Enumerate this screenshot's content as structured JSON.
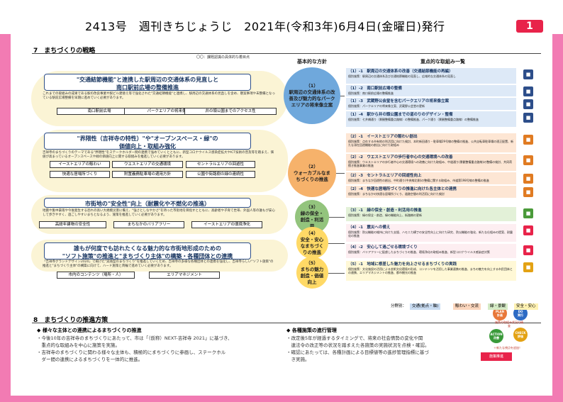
{
  "header": {
    "title": "2413号　週刊きちじょうじ　2021年(令和3年)6月4日(金曜日)発行",
    "page": "1"
  },
  "sec7": {
    "title": "7　まちづくりの戦略",
    "note": "〇〇：課題認識の具体的な着目点"
  },
  "lanes": [
    {
      "heading": "\"交通結節機能\"と連携した駅周辺の交通体系の見直しと\n南口駅前広場の整備推進",
      "desc": "これまでの取組みの成果である駅の改良事業や駅ビル建替え等で強化された\"交通結節機能\"と連携し、駅周辺の交通体系の見直しを含め、懸案事項や未整備となっている駅前広場整備を早期に進めていく必要があります。",
      "tags": [
        "南口駅前広場",
        "パークエリアの将来像",
        "井の頭公園までのアクセス性"
      ]
    },
    {
      "heading": "\"界隈性（吉祥寺の特性）\"や\"オープンスペース・緑\"の\n価値向上・取組み強化",
      "desc": "吉祥寺のまちづくりのテーマである\"界隈性\"をステークホルダー間の連携で強めていくとともに、新型コロナウイルス感染症拡大やICT技術の普及等を踏まえ、価値が高まっているオープンスペースや緑の価値向上に関する取組みを推進していく必要があります。",
      "tags": [
        "イーストエリアの賑わい",
        "ウエストエリアの交通環境",
        "セントラルエリアの回遊性",
        "快適な居場所づくり",
        "附置義務駐車場の適用方針",
        "公園や街路樹の緑の連続性"
      ]
    },
    {
      "heading": "市街地の\"安全性\"向上（耐震化や不燃化の推進）",
      "desc": "地震や集中豪雨や今後発生する恐れの高い大規模災害に備え、\"強さとしなやかさ\"を持った市街地を目指すとともに、高齢者や子育て世帯、外国人等の誰もが安心して歩きやすく、過ごしやすいまちとなるよう、施策を推進していく必要があります。",
      "tags": [
        "高経年建物の安全性",
        "まちなかのバリアフリー",
        "イーストエリアの環境浄化"
      ]
    },
    {
      "heading": "誰もが何度でも訪れたくなる魅力的な市街地形成のための\n\"ソフト施策\"の推進と\"まちづくり主体\"の構築・各種団体との連携",
      "desc": "「吉祥寺グランドデザイン2020」で掲げた\"実践型のまちづくり\"を推進していくため、吉祥寺の多様な各種団体との連携を強化し、吉祥寺らしい\"ソフト施策\"の推進と\"まちづくり主体\"の構築に向けて、ハード施策と両輪で進めていく必要があります。",
      "tags": [
        "市内のコンテンツ（場所・人）",
        "エリアマネジメント"
      ]
    }
  ],
  "policy": {
    "heading": "基本的な方針",
    "circles": [
      {
        "num": "（1）",
        "text": "駅周辺の交通体系の改善及び魅力的なパークエリアの将来像立案"
      },
      {
        "num": "（2）",
        "text": "ウォーカブルなまちづくりの推進"
      },
      {
        "num": "（3）",
        "text": "緑の保全・創造・利活用"
      },
      {
        "num": "（4）",
        "text": "安全・安心なまちづくりの推進"
      },
      {
        "num": "（5）",
        "text": "まちの魅力創造・価値向上"
      }
    ]
  },
  "efforts": {
    "heading": "重点的な取組み一覧",
    "items": [
      {
        "t": "（1）-1　駅周辺の交通体系の改善（交通結節機能の再編）",
        "d": "個別施策：駅周辺の交通体系及び交通結節機能の見直し、広域的な交通体系の見直し",
        "bg": "#dde9f7",
        "ic": "#2d4e8a"
      },
      {
        "t": "（1）-2　南口駅前広場の整備",
        "d": "個別施策：南口駅前広場の整備推進",
        "bg": "#dde9f7",
        "ic": "#2d4e8a"
      },
      {
        "t": "（1）-3　武蔵野公会堂を含むパークエリアの将来像立案",
        "d": "個別施策：パークエリアの将来像立案、武蔵野公会堂の更新",
        "bg": "#dde9f7",
        "ic": "#2d4e8a"
      },
      {
        "t": "（1）-4　駅から井の頭公園までの道のりのデザイン・整備",
        "d": "個別施策：七井橋通り（景観整備重点路線）の整備推進、パーク通り（景観整備重点路線）の整備推進",
        "bg": "#dde9f7",
        "ic": "#2d4e8a"
      },
      {
        "t": "（2）-1　イーストエリアの賑わい創出",
        "d": "個別施策：点在する市有地の利活用に向けた検討、本町新田通り・駐車場29号線の整備の推進、公共自転車駐車場の適正配置、新たな滞在回遊機能の創出に向けた取組み",
        "bg": "#fde6d4",
        "ic": "#e07b22"
      },
      {
        "t": "（2）-2　ウエストエリアの歩行者中心の交通環境への改善",
        "d": "個別施策：ウエストエリアの歩行者中心の交通環境への改善に向けた取組み、中道通り(景観整備重点路線)の整備の検討、共同荷捌き推進事業の推進",
        "bg": "#fde6d4",
        "ic": "#e07b22"
      },
      {
        "t": "（2）-3　セントラルエリアの回遊性向上",
        "d": "個別施策：まちなか回遊性の創出、中町通り(中央線北側)の整備に関する取組み、市道第198号線の整備の推進",
        "bg": "#fde6d4",
        "ic": "#e07b22"
      },
      {
        "t": "（2）-4　快適な居場所づくりの推進に向けた各主体との連携",
        "d": "個別施策：まちなかの快適な居場所づくり、道路空間の利活用に向けた検討",
        "bg": "#fde6d4",
        "ic": "#e07b22"
      },
      {
        "t": "（3）-1　緑の保全・創造・利活用の推進",
        "d": "個別施策：緑の保全・創造、緑の機能向上、街路樹の更新",
        "bg": "#e3f1d8",
        "ic": "#4a9a3a"
      },
      {
        "t": "（4）-1　震災への備え",
        "d": "個別施策：防災機能の維持に向けた支援、ハモニカ横丁の安全性向上に向けた研究、防災機能の強化、新たな仕組みの提案、耐震化の推進",
        "bg": "#fdeef1",
        "ic": "#e8234a"
      },
      {
        "t": "（4）-2　安心して過ごせる環境づくり",
        "d": "個別施策：バリアフリーに配慮したまちづくりの推進、環境浄化の取組み推進、新型コロナウイルス感染症対策",
        "bg": "#fdeef1",
        "ic": "#e8234a"
      },
      {
        "t": "（5）-1　地域に根差した魅力を向上させるまちづくりの実践",
        "d": "個別施策：文化施設の活用による芸術文化環境の形成、コンテンツを活用した事業連携の推進、まちの魅力を向上する市民団体との連携、エリアマネジメントの推進、都市観光の推進",
        "bg": "#fff8d6",
        "ic": "#e3a214"
      }
    ]
  },
  "legend": {
    "label": "分野別：",
    "items": [
      {
        "text": "交通(拠点・軸)",
        "bg": "#c9dcf2"
      },
      {
        "text": "賑わい・交流",
        "bg": "#fbd6bd"
      },
      {
        "text": "緑・景観",
        "bg": "#d5ebc6"
      },
      {
        "text": "安全・安心",
        "bg": "#fff2b3"
      }
    ]
  },
  "sec8": {
    "title": "8　まちづくりの推進方策",
    "left": {
      "heading": "◆ 様々な主体との連携によるまちづくりの推進",
      "lines": [
        "・今後10年の吉祥寺のまちづくりにあたって、市は「（仮称）NEXT-吉祥寺 2021」に基づき、",
        "　重点的な取組みを中心に施策を実施。",
        "・吉祥寺のまちづくりに関わる様々な主体も、積極的にまちづくりに参画し、ステークホル",
        "　ダー間の連携によるまちづくりを一体的に推進。"
      ]
    },
    "right": {
      "heading": "◆ 各種施策の進行管理",
      "lines": [
        "・改定後5年が経過するタイミングで、将来の社会情勢の変化や関",
        "　連法令の改正等の状況を踏まえた各施策の実施状況を点検・確認。",
        "・確認にあたっては、各種計画による目標値等の進捗管理指標に基づ",
        "　き実施。"
      ]
    },
    "pdca": {
      "plan": "PLAN",
      "plan_sub": "計画",
      "do": "DO",
      "do_sub": "実行",
      "check": "CHECK",
      "check_sub": "評価",
      "action": "ACTION",
      "action_sub": "改善",
      "center": "施策の取組み状況の精査",
      "note": "＋新たな視点を追加！",
      "bottom": "施策推進"
    }
  }
}
